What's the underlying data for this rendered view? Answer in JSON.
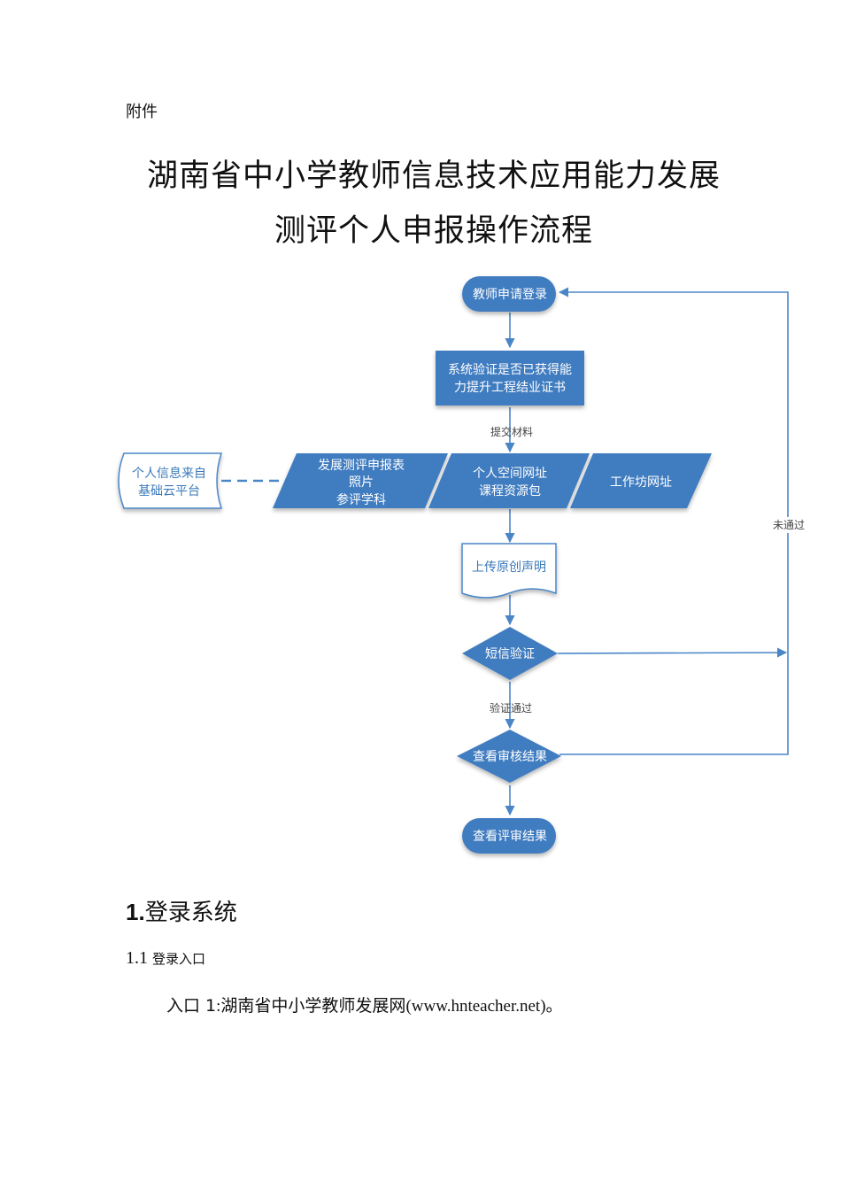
{
  "header": {
    "attachment_label": "附件"
  },
  "title": {
    "line1": "湖南省中小学教师信息技术应用能力发展",
    "line2": "测评个人申报操作流程"
  },
  "flowchart": {
    "start": "教师申请登录",
    "verify_line1": "系统验证是否已获得能",
    "verify_line2": "力提升工程结业证书",
    "edge_submit": "提交材料",
    "source_line1": "个人信息来自",
    "source_line2": "基础云平台",
    "material1_line1": "发展测评申报表",
    "material1_line2": "照片",
    "material1_line3": "参评学科",
    "material2_line1": "个人空间网址",
    "material2_line2": "课程资源包",
    "material3": "工作坊网址",
    "upload": "上传原创声明",
    "sms": "短信验证",
    "edge_pass": "验证通过",
    "review": "查看审核结果",
    "result": "查看评审结果",
    "edge_fail": "未通过",
    "colors": {
      "node_fill": "#3f7cc0",
      "stroke": "#4a86c7",
      "side_fill": "#ffffff"
    }
  },
  "section1": {
    "number": "1.",
    "title": "登录系统",
    "sub_number": "1.1",
    "sub_title": "登录入口",
    "entry_label": "入口 1",
    "entry_colon": ":",
    "entry_site": "湖南省中小学教师发展网",
    "entry_url": "(www.hnteacher.net)",
    "entry_end": "。"
  }
}
